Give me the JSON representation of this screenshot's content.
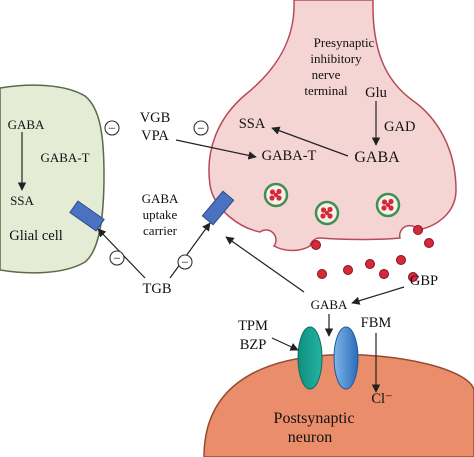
{
  "presynaptic": {
    "line1": "Presynaptic",
    "line2": "inhibitory",
    "line3": "nerve",
    "line4": "terminal",
    "glu": "Glu",
    "gad": "GAD",
    "gaba": "GABA",
    "ssa": "SSA",
    "gaba_t": "GABA-T"
  },
  "glial": {
    "gaba": "GABA",
    "gaba_t": "GABA-T",
    "ssa": "SSA",
    "label": "Glial cell"
  },
  "drugs": {
    "vgb": "VGB",
    "vpa": "VPA",
    "tgb": "TGB",
    "gbp": "GBP",
    "tpm": "TPM",
    "bzp": "BZP",
    "fbm": "FBM"
  },
  "carrier": {
    "line1": "GABA",
    "line2": "uptake",
    "line3": "carrier"
  },
  "synapse": {
    "gaba": "GABA",
    "cl": "Cl⁻"
  },
  "postsynaptic": {
    "line1": "Postsynaptic",
    "line2": "neuron"
  },
  "inhibit_symbol": "−",
  "colors": {
    "glial_fill": "#e4ecd5",
    "presynaptic_fill": "#f5d5d3",
    "postsynaptic_fill": "#e98d6b",
    "carrier_blue": "#4a72c0",
    "receptor_teal": "#159f8f",
    "receptor_blue": "#3a7fc9",
    "vesicle_red": "#d42a3a"
  }
}
